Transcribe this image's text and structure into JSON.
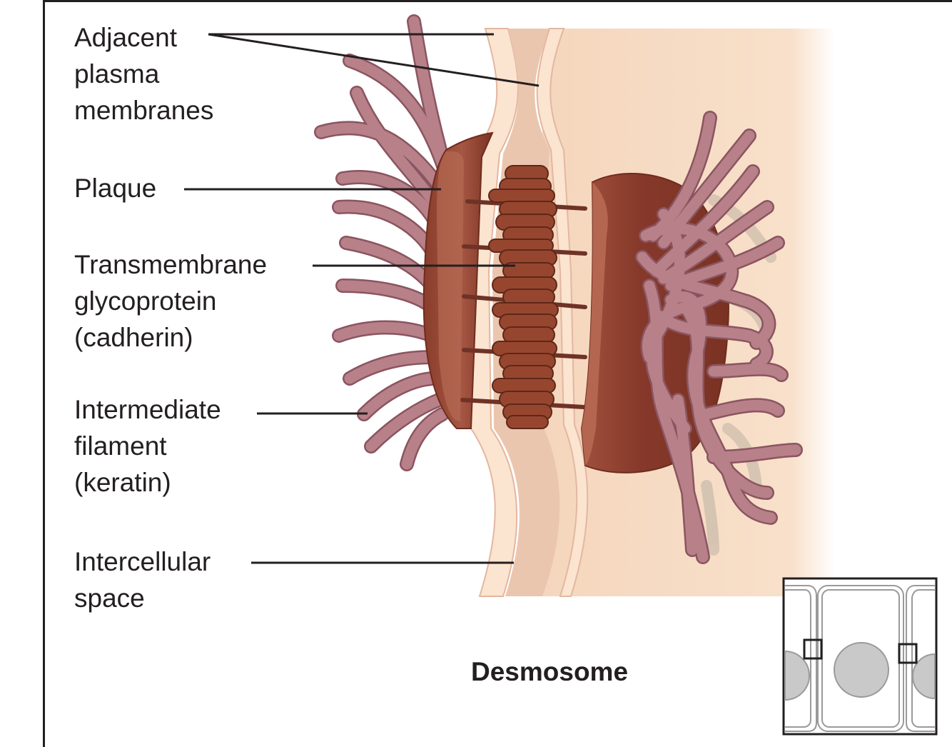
{
  "diagram": {
    "title": "Desmosome",
    "labels": {
      "membranes": [
        "Adjacent",
        "plasma",
        "membranes"
      ],
      "plaque": [
        "Plaque"
      ],
      "cadherin": [
        "Transmembrane",
        "glycoprotein",
        "(cadherin)"
      ],
      "filament": [
        "Intermediate",
        "filament",
        "(keratin)"
      ],
      "space": [
        "Intercellular",
        "space"
      ]
    },
    "colors": {
      "cytoplasm": "#f7dcc3",
      "intercellular_space": "#ecc9b2",
      "membrane": "#fbe8d6",
      "plaque": "#8c3f2c",
      "plaque_light": "#b2604a",
      "filament": "#b88088",
      "filament_outline": "#8a5560",
      "cadherin": "#9a4a35",
      "leader_line": "#231f20",
      "nucleus": "#c9c9c9"
    }
  }
}
